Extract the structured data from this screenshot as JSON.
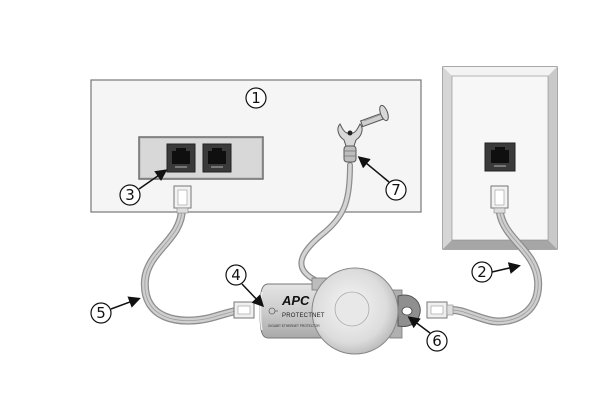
{
  "diagram": {
    "device": {
      "brand": "APC",
      "product": "PROTECTNET",
      "subtitle": "GIGABIT ETHERNET PROTECTOR"
    },
    "callouts": [
      {
        "id": "1",
        "label": "1",
        "target": "equipment"
      },
      {
        "id": "2",
        "label": "2",
        "target": "wall-cable"
      },
      {
        "id": "3",
        "label": "3",
        "target": "equipment-port"
      },
      {
        "id": "4",
        "label": "4",
        "target": "protector-indicator"
      },
      {
        "id": "5",
        "label": "5",
        "target": "equipment-cable"
      },
      {
        "id": "6",
        "label": "6",
        "target": "ground-tab"
      },
      {
        "id": "7",
        "label": "7",
        "target": "ground-lug"
      }
    ],
    "colors": {
      "panel_fill": "#f4f4f4",
      "panel_stroke": "#7a7a7a",
      "jack_dark": "#1a1a1a",
      "cable": "#b9b9b9",
      "device_body": "#cfcfcf"
    }
  }
}
